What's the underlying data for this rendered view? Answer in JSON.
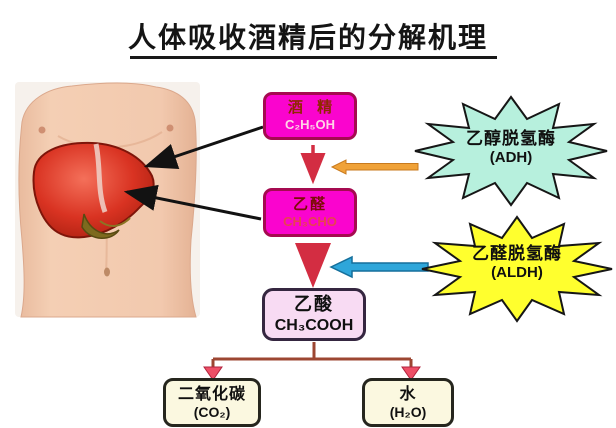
{
  "title": {
    "text": "人体吸收酒精后的分解机理"
  },
  "flow": {
    "alcohol": {
      "name": "酒 精",
      "formula": "C₂H₅OH"
    },
    "acetaldehyde": {
      "name": "乙醛",
      "formula": "CH₃CHO"
    },
    "acetic_acid": {
      "name": "乙酸",
      "formula": "CH₃COOH"
    },
    "carbon_dioxide": {
      "name": "二氧化碳",
      "formula": "(CO₂)"
    },
    "water": {
      "name": "水",
      "formula": "(H₂O)"
    }
  },
  "enzymes": {
    "adh": {
      "name": "乙醇脱氢酶",
      "abbr": "(ADH)"
    },
    "aldh": {
      "name": "乙醛脱氢酶",
      "abbr": "(ALDH)"
    }
  },
  "icons": {
    "illustration": "liver-torso-photo"
  },
  "colors": {
    "node_magenta": "#fa04ce",
    "node_magenta_border": "#a50a50",
    "node_pink": "#f8dbf3",
    "node_cream": "#fbf8e0",
    "burst_cyan": "#b7f0dd",
    "burst_yellow": "#ffff2e",
    "arrow_orange": "#f0a238",
    "arrow_blue": "#2ea6da",
    "arrow_red": "#d32d42",
    "branch_line": "#9c4632",
    "liver_red": "#cf2a18"
  }
}
